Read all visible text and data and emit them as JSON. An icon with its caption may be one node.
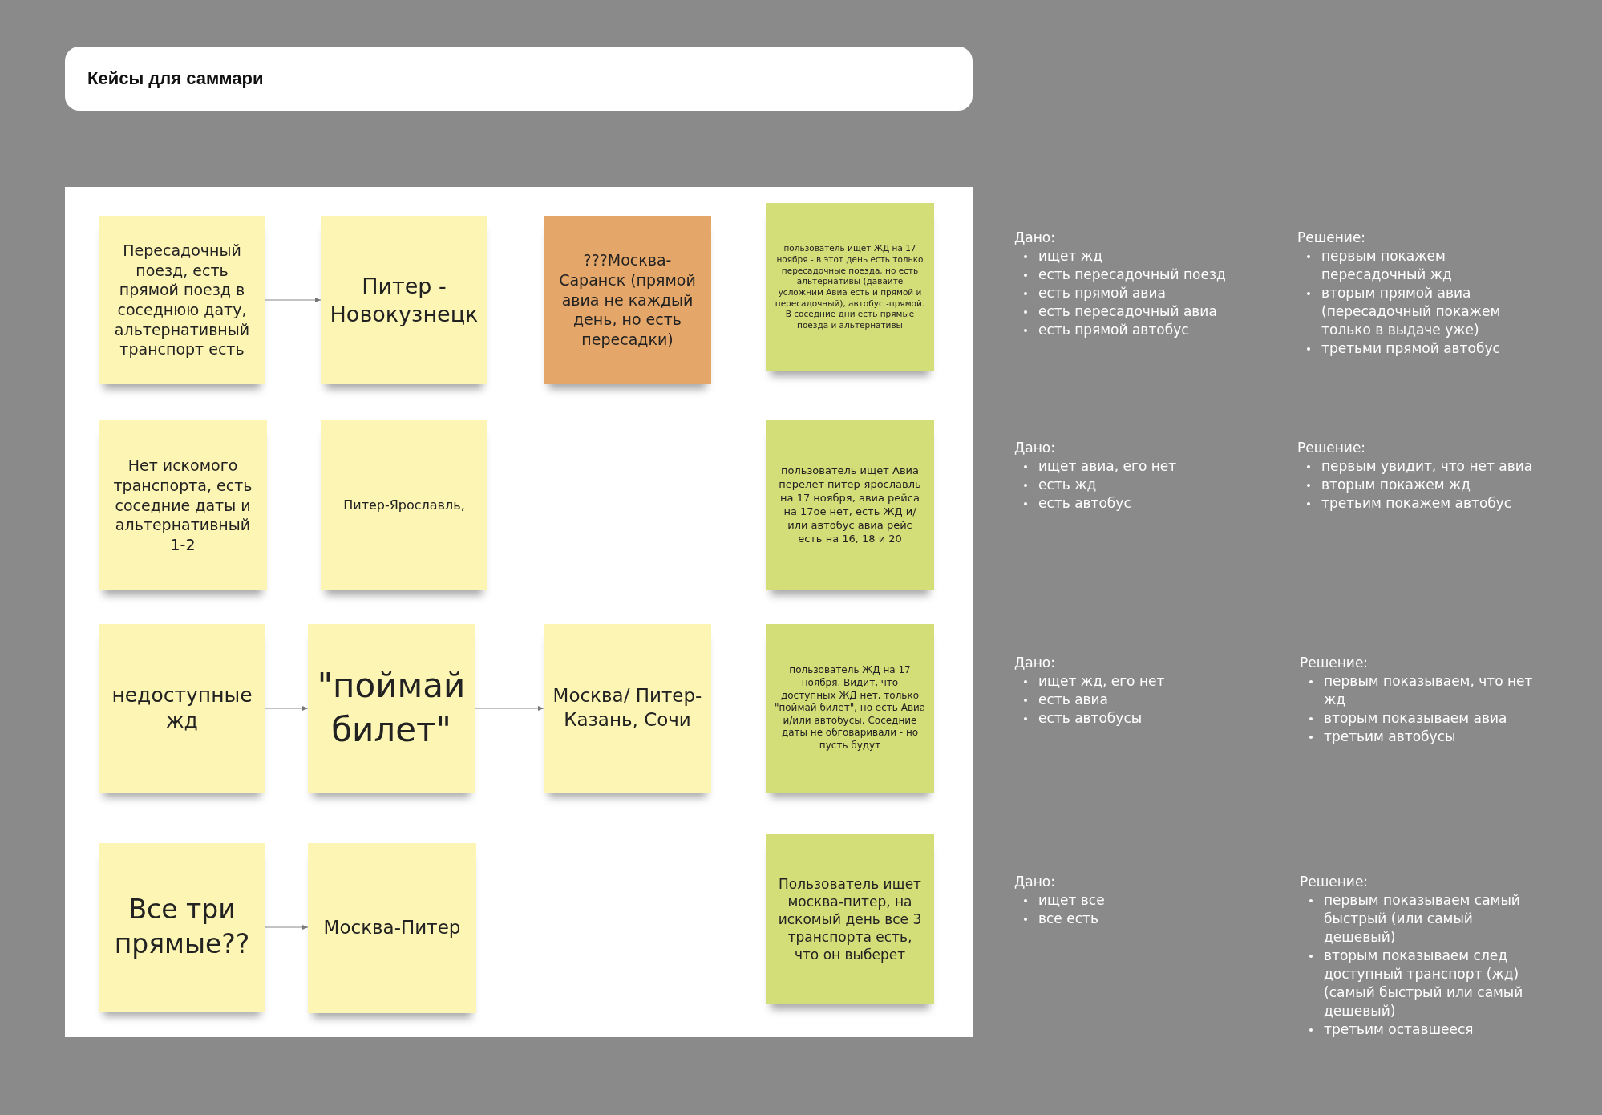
{
  "diagram": {
    "title": "Кейсы для саммари",
    "nodes": [
      {
        "text": [
          "Пересадочный поезд, есть прямой поезд в соседнюю дату, альтернативный транспорт есть"
        ]
      },
      {
        "text": [
          "Питер - Новокузнецк"
        ]
      },
      {
        "text": [
          "???Москва-Саранск (прямой авиа не каждый день, но есть пересадки)"
        ]
      },
      {
        "text": [
          "пользователь ищет ЖД на 17 ноября - в этот день есть только пересадочные поезда, но есть альтернативы (давайте усложним Авиа есть и прямой и пересадочный), автобус -прямой.  В соседние дни есть прямые поезда и альтернативы"
        ]
      },
      {
        "text": [
          "Нет искомого транспорта, есть соседние даты и альтернативный 1-2"
        ]
      },
      {
        "text": [
          "Питер-Ярославль,"
        ]
      },
      {
        "text": [
          "пользователь ищет Авиа перелет питер-ярославль на 17 ноября, авиа рейса на 17ое нет, есть ЖД и/или автобус авиа рейс есть на 16, 18 и 20"
        ]
      },
      {
        "text": [
          "недоступные жд"
        ]
      },
      {
        "text": [
          "\"поймай билет\""
        ]
      },
      {
        "text": [
          "Москва/ Питер-Казань, Сочи"
        ]
      },
      {
        "text": [
          "пользователь ЖД на 17 ноября. Видит, что доступных ЖД нет, только \"поймай билет\", но есть Авиа и/или автобусы. Соседние даты не обговаривали - но пусть будут"
        ]
      },
      {
        "text": [
          "Все три прямые??"
        ]
      },
      {
        "text": [
          "Москва-Питер"
        ]
      },
      {
        "text": [
          "Пользователь ищет москва-питер, на искомый день все 3 транспорта есть, что он выберет"
        ]
      }
    ],
    "edges": [
      {
        "from": 0,
        "to": 1,
        "arrow": "to"
      },
      {
        "from": 7,
        "to": 8,
        "arrow": "to"
      },
      {
        "from": 8,
        "to": 9,
        "arrow": "to"
      },
      {
        "from": 11,
        "to": 12,
        "arrow": "to"
      }
    ],
    "labels": [
      "Дано:",
      "ищет жд",
      "есть пересадочный поезд",
      "есть прямой авиа",
      "есть пересадочный авиа",
      "есть прямой автобус",
      "Решение:",
      "первым покажем пересадочный жд",
      "вторым прямой авиа (пересадочный покажем только в выдаче уже)",
      "третьми прямой автобус",
      "Дано:",
      "ищет авиа, его нет",
      "есть жд",
      "есть автобус",
      "Решение:",
      "первым увидит, что нет авиа",
      "вторым покажем жд",
      "третьим покажем автобус",
      "Дано:",
      "ищет жд, его нет",
      "есть авиа",
      "есть автобусы",
      "Решение:",
      "первым показываем, что нет жд",
      "вторым показываем авиа",
      "третьим автобусы",
      "Дано:",
      "ищет все",
      "все есть",
      "Решение:",
      "первым показываем самый быстрый (или самый дешевый)",
      "вторым показываем след доступный транспорт (жд) (самый быстрый или самый дешевый)",
      "третьим оставшееся"
    ]
  }
}
